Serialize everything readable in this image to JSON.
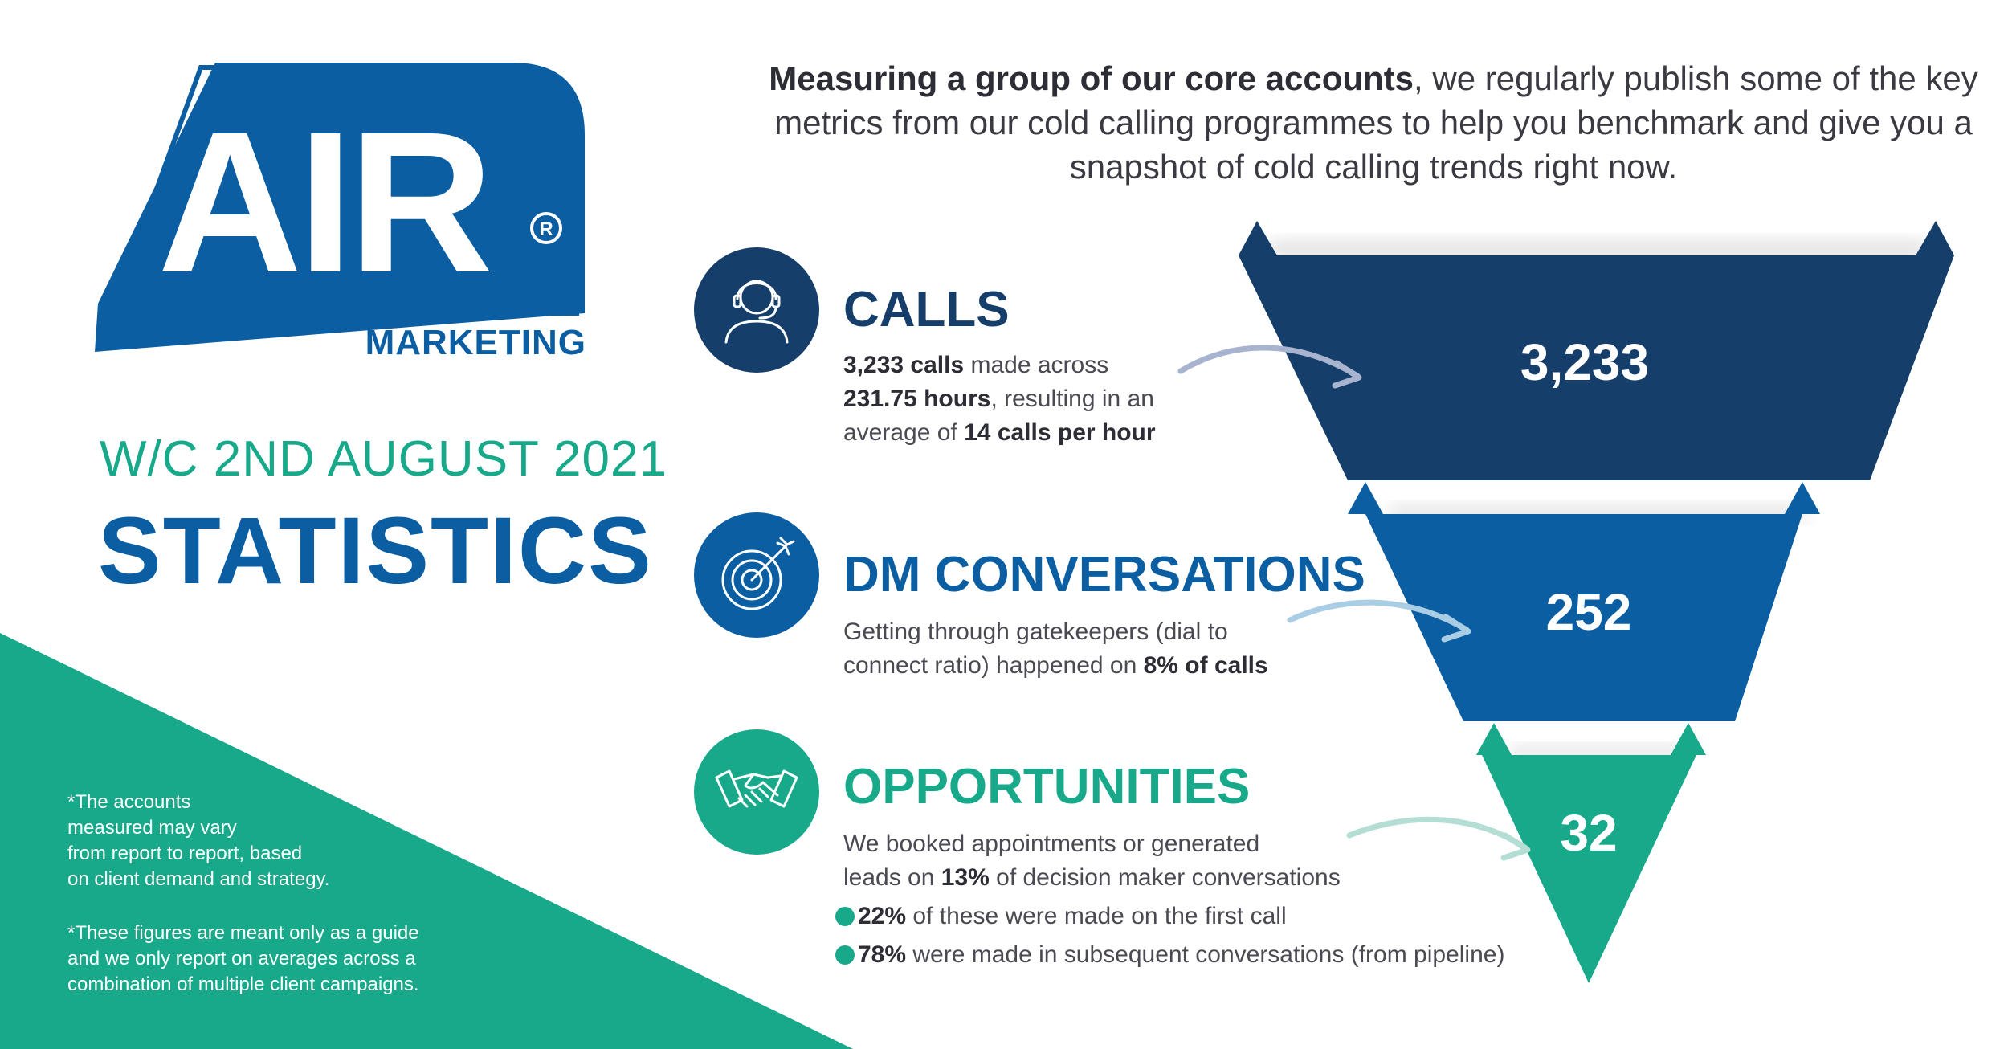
{
  "brand": {
    "logo_text": "AIR",
    "registered_mark": "®",
    "subtitle": "MARKETING"
  },
  "heading": {
    "week": "W/C 2ND AUGUST 2021",
    "title": "STATISTICS"
  },
  "intro": {
    "line1_bold": "Measuring a group of our core accounts",
    "line1_rest": ", we regularly publish some of the key",
    "line2": "metrics from our cold calling programmes to help you benchmark and give you a",
    "line3": "snapshot of cold calling trends right now."
  },
  "sections": {
    "calls": {
      "icon": "headset-agent-icon",
      "title": "CALLS",
      "l1_b": "3,233 calls",
      "l1": " made across",
      "l2_b": "231.75 hours",
      "l2": ", resulting in an",
      "l3": "average of ",
      "l3_b": "14 calls per hour"
    },
    "dm": {
      "icon": "target-arrow-icon",
      "title": "DM CONVERSATIONS",
      "l1": "Getting through gatekeepers (dial to",
      "l2": "connect ratio) happened on ",
      "l2_b": "8% of calls"
    },
    "opps": {
      "icon": "handshake-icon",
      "title": "OPPORTUNITIES",
      "l1": "We booked appointments or generated",
      "l2": "leads on ",
      "l2_b": "13%",
      "l2_rest": " of decision maker conversations",
      "b1_b": "22%",
      "b1": " of these were made on the first call",
      "b2_b": "78%",
      "b2": " were made in subsequent conversations (from pipeline)"
    }
  },
  "funnel": {
    "values": [
      "3,233",
      "252",
      "32"
    ]
  },
  "notes": {
    "n1": [
      "*The accounts",
      "measured may vary",
      "from report to report, based",
      "on client demand and strategy."
    ],
    "n2": [
      "*These figures are meant only as a guide",
      "and we only report on averages across a",
      "combination of multiple client campaigns."
    ]
  },
  "colors": {
    "navy": "#163e6a",
    "blue": "#0b5ea2",
    "green": "#17a98a",
    "text": "#4a4a52"
  }
}
